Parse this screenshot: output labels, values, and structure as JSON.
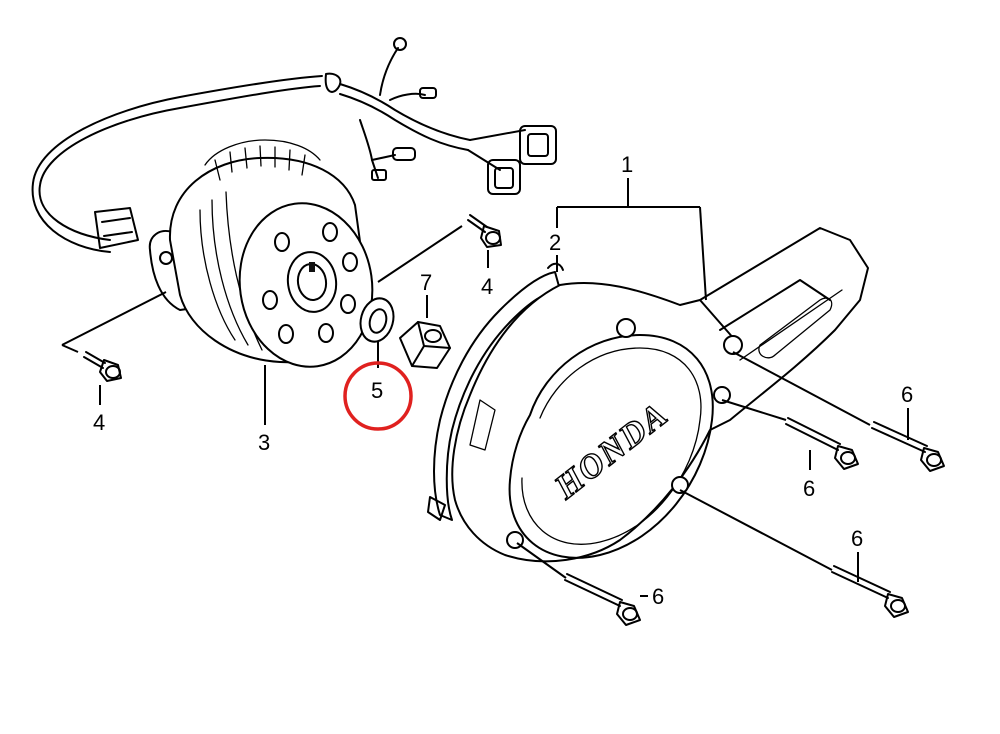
{
  "callouts": {
    "c1": "1",
    "c2": "2",
    "c3": "3",
    "c4_flywheel_bolt": "4",
    "c4_upper_bolt": "4",
    "c5": "5",
    "c7": "7",
    "c6_a": "6",
    "c6_b": "6",
    "c6_c": "6",
    "c6_d": "6"
  },
  "cover_logo": "HONDA",
  "colors": {
    "line": "#000000",
    "background": "#ffffff",
    "highlight": "#e0211f"
  },
  "highlighted_callout": "5"
}
